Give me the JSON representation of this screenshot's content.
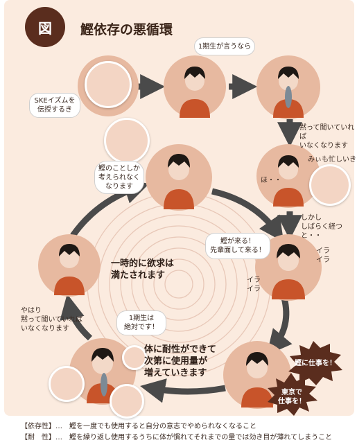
{
  "header": {
    "badge": "図",
    "title": "鰹依存の悪循環"
  },
  "bubbles": {
    "ske": "SKEイズムを\n伝授するき",
    "ichiki_says": "1期生が言うなら",
    "katsuo_only": "鰹のことしか\n考えられなく\nなります",
    "katsuo_kuru": "鰹が来る！\n先輩面して来る！",
    "ichiki_zettai": "1期生は\n絶対です！"
  },
  "texts": {
    "damatte": "黙って聞いていれば\nいなくなります",
    "miimo": "みぃも忙しいき",
    "ho": "ほ・・",
    "shikashi": "しかし\nしばらく経つと・・",
    "ira1": "イラ\nイラ",
    "ira2": "イラ\nイラ",
    "yahari": "やはり\n黙って聞いていれば\nいなくなります"
  },
  "big_texts": {
    "ichijiteki": "一時的に欲求は\n満たされます",
    "taisei": "体に耐性ができて\n次第に使用量が\n増えていきます"
  },
  "bursts": {
    "shigoto1": "鰹に仕事を！",
    "shigoto2": "東京で\n仕事を！"
  },
  "footer": [
    {
      "key": "【依存性】…",
      "text": "鰹を一度でも使用すると自分の意志でやめられなくなること"
    },
    {
      "key": "【耐　性】…",
      "text": "鰹を繰り返し使用するうちに体が慣れてそれまでの量では効き目が薄れてしまうこと"
    }
  ],
  "colors": {
    "card_bg": "#fbebdf",
    "node_bg": "#e7b9a0",
    "arrow": "#4a4a4a",
    "burst": "#5a2d1e",
    "shirt": "#c8542a",
    "hair": "#1e1814"
  }
}
